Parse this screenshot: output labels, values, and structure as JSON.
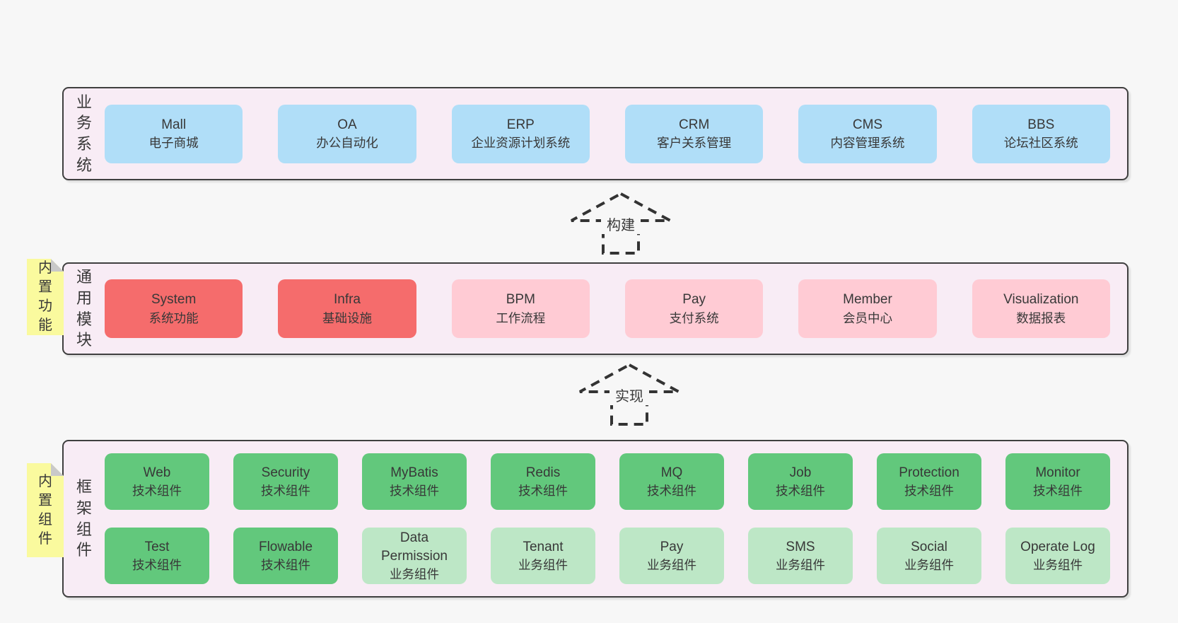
{
  "colors": {
    "page_bg": "#f7f7f7",
    "container_bg": "#f8ecf5",
    "border": "#3f3f3f",
    "blue": "#b0def8",
    "red": "#f56c6c",
    "pink": "#ffcbd4",
    "green": "#62c87c",
    "light_green": "#bde7c6",
    "yellow": "#fafa9e",
    "fold": "#c9c9c9",
    "text": "#383838"
  },
  "arrows": [
    {
      "label": "构建"
    },
    {
      "label": "实现"
    }
  ],
  "sections": {
    "business": {
      "label": "业务系统",
      "boxes": [
        {
          "name": "Mall",
          "desc": "电子商城",
          "color": "blue"
        },
        {
          "name": "OA",
          "desc": "办公自动化",
          "color": "blue"
        },
        {
          "name": "ERP",
          "desc": "企业资源计划系统",
          "color": "blue"
        },
        {
          "name": "CRM",
          "desc": "客户关系管理",
          "color": "blue"
        },
        {
          "name": "CMS",
          "desc": "内容管理系统",
          "color": "blue"
        },
        {
          "name": "BBS",
          "desc": "论坛社区系统",
          "color": "blue"
        }
      ]
    },
    "modules": {
      "label": "通用模块",
      "note": "内置功能",
      "boxes": [
        {
          "name": "System",
          "desc": "系统功能",
          "color": "red"
        },
        {
          "name": "Infra",
          "desc": "基础设施",
          "color": "red"
        },
        {
          "name": "BPM",
          "desc": "工作流程",
          "color": "pink"
        },
        {
          "name": "Pay",
          "desc": "支付系统",
          "color": "pink"
        },
        {
          "name": "Member",
          "desc": "会员中心",
          "color": "pink"
        },
        {
          "name": "Visualization",
          "desc": "数据报表",
          "color": "pink"
        }
      ]
    },
    "framework": {
      "label": "框架组件",
      "note": "内置组件",
      "row1": [
        {
          "name": "Web",
          "desc": "技术组件",
          "color": "green"
        },
        {
          "name": "Security",
          "desc": "技术组件",
          "color": "green"
        },
        {
          "name": "MyBatis",
          "desc": "技术组件",
          "color": "green"
        },
        {
          "name": "Redis",
          "desc": "技术组件",
          "color": "green"
        },
        {
          "name": "MQ",
          "desc": "技术组件",
          "color": "green"
        },
        {
          "name": "Job",
          "desc": "技术组件",
          "color": "green"
        },
        {
          "name": "Protection",
          "desc": "技术组件",
          "color": "green"
        },
        {
          "name": "Monitor",
          "desc": "技术组件",
          "color": "green"
        }
      ],
      "row2": [
        {
          "name": "Test",
          "desc": "技术组件",
          "color": "green"
        },
        {
          "name": "Flowable",
          "desc": "技术组件",
          "color": "green"
        },
        {
          "name": "Data Permission",
          "desc": "业务组件",
          "color": "light_green"
        },
        {
          "name": "Tenant",
          "desc": "业务组件",
          "color": "light_green"
        },
        {
          "name": "Pay",
          "desc": "业务组件",
          "color": "light_green"
        },
        {
          "name": "SMS",
          "desc": "业务组件",
          "color": "light_green"
        },
        {
          "name": "Social",
          "desc": "业务组件",
          "color": "light_green"
        },
        {
          "name": "Operate Log",
          "desc": "业务组件",
          "color": "light_green"
        }
      ]
    }
  }
}
